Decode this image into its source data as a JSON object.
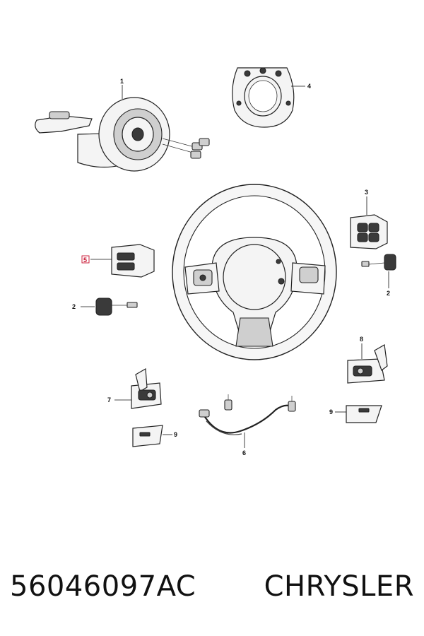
{
  "callouts": {
    "p1": "1",
    "p2a": "2",
    "p2b": "2",
    "p3": "3",
    "p4": "4",
    "p5": "5",
    "p6": "6",
    "p7": "7",
    "p8": "8",
    "p9a": "9",
    "p9b": "9"
  },
  "highlight_color": "#c8102e",
  "footer": {
    "part_number": "56046097AC",
    "brand": "CHRYSLER"
  }
}
